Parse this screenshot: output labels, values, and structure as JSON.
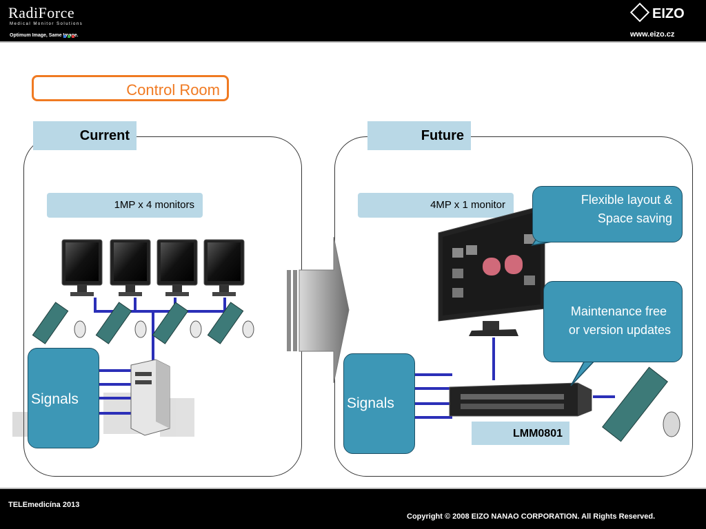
{
  "header": {
    "brand": "RadiForce",
    "brand_sub": "Medical Monitor Solutions",
    "tagline": "Optimum Image, Same Image.",
    "logo": "EIZO",
    "website": "www.eizo.cz"
  },
  "title": "Control Room",
  "current": {
    "tab": "Current",
    "config": "1MP x 4 monitors",
    "signals": "Signals"
  },
  "future": {
    "tab": "Future",
    "config": "4MP x 1 monitor",
    "signals": "Signals",
    "device": "LMM0801",
    "callout_top": [
      "Flexible layout &",
      "Space saving"
    ],
    "callout_bottom": [
      "Maintenance free",
      "or version updates"
    ]
  },
  "footer": {
    "event": "TELEmedicína 2013",
    "copyright": "Copyright © 2008 EIZO NANAO CORPORATION. All Rights Reserved."
  },
  "colors": {
    "accent_orange": "#f07a22",
    "label_blue": "#b9d8e6",
    "callout_teal": "#3d97b6",
    "cable_blue": "#2b2fb8"
  },
  "icons": [
    "monitor-icon",
    "keyboard-icon",
    "mouse-icon",
    "computer-tower-icon",
    "kvm-switch-icon",
    "arrow-right-icon"
  ]
}
